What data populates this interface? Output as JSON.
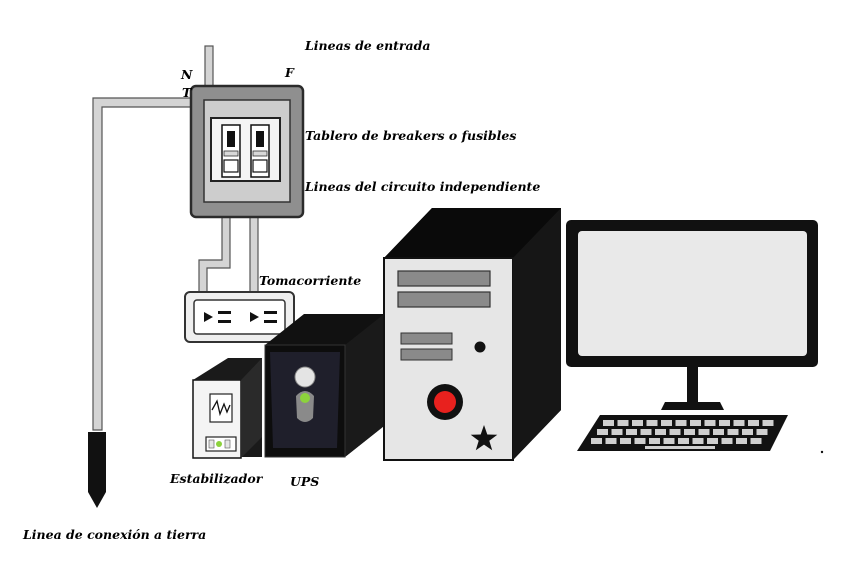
{
  "labels": {
    "input_lines": "Lineas de entrada",
    "neutral": "N",
    "phase": "F",
    "ground_short": "T",
    "breaker_panel": "Tablero de breakers o fusibles",
    "independent_circuit": "Lineas del circuito independiente",
    "outlet": "Tomacorriente",
    "stabilizer": "Estabilizador",
    "ups": "UPS",
    "ground_line": "Linea de conexión a tierra"
  },
  "colors": {
    "wire_fill": "#d4d4d4",
    "panel_gray": "#8f8f8f",
    "cpu_body": "#e6e6e6",
    "ups_body": "#1e1e1e",
    "indicator_green": "#8cd23c",
    "power_red": "#e8211e",
    "monitor_screen": "#e9e9e9"
  }
}
